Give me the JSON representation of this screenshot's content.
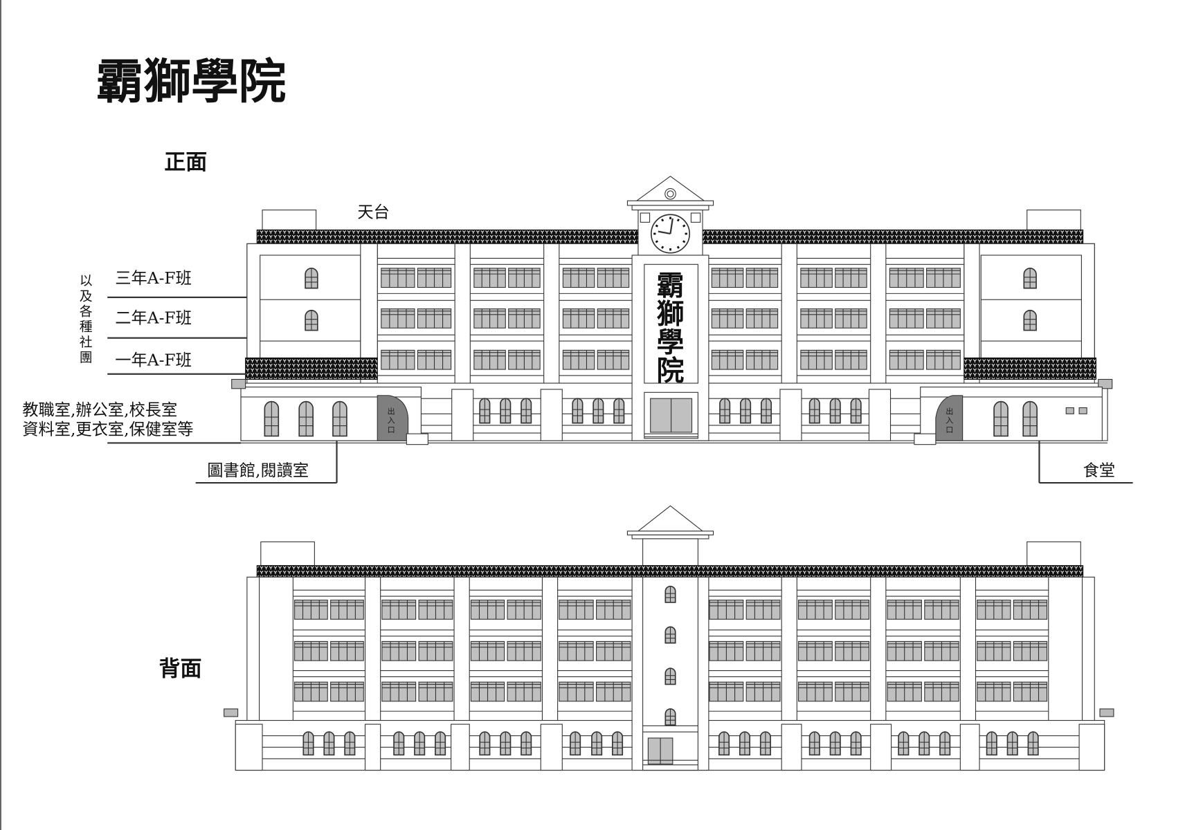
{
  "title": "霸獅學院",
  "front": {
    "heading": "正面",
    "roof_label": "天台",
    "tower_sign": [
      "霸",
      "獅",
      "學",
      "院"
    ],
    "floor_labels": [
      "三年A-F班",
      "二年A-F班",
      "一年A-F班"
    ],
    "clubs_label": [
      "以",
      "及",
      "各",
      "種",
      "社",
      "團"
    ],
    "office_labels": [
      "教職室,辦公室,校長室",
      "資料室,更衣室,保健室等"
    ],
    "library_label": "圖書館,閱讀室",
    "canteen_label": "食堂",
    "entrance_label": [
      "出",
      "入",
      "口"
    ]
  },
  "back": {
    "heading": "背面"
  },
  "colors": {
    "line": "#333333",
    "window": "#c0c0c0",
    "door": "#7f7f7f"
  }
}
